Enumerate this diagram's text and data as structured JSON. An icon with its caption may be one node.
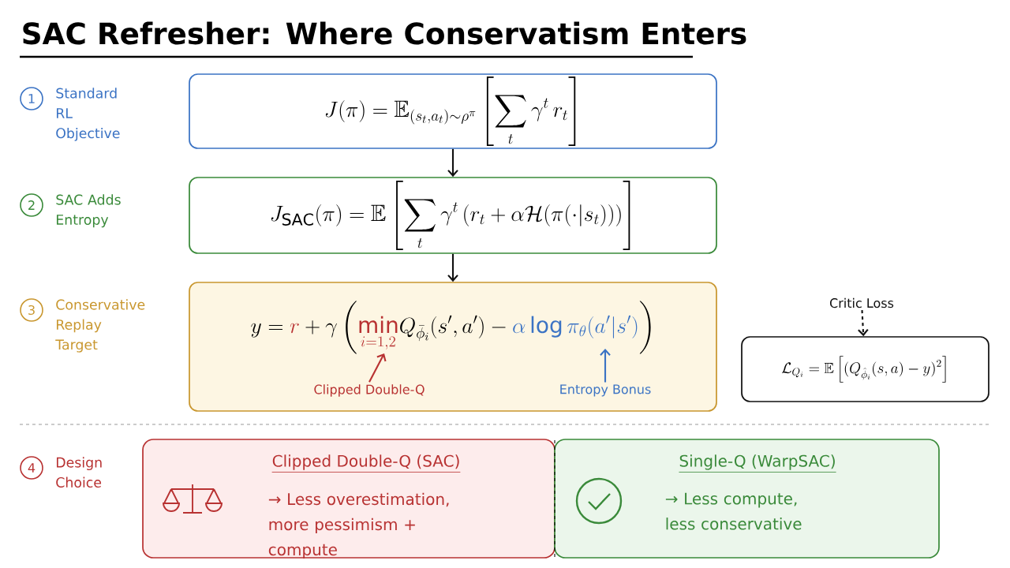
{
  "diagram": {
    "title": "SAC Refresher: Where Conservatism Enters",
    "nodes": [
      {
        "text": [
          "1"
        ],
        "beside": [
          "Standard RL Objective"
        ]
      },
      {
        "text": [
          "J(\\pi) = \\mathbb{E}_{(s_t,a_t)\\sim\\rho^{\\pi}}\\left[\\sum_t \\gamma^t\\, r_t\\right]"
        ]
      },
      {
        "text": [
          "2"
        ],
        "beside": [
          "SAC Adds Entropy"
        ]
      },
      {
        "text": [
          "J_{\\mathrm{SAC}}(\\pi) = \\mathbb{E}\\left[\\sum_t \\gamma^t \\left(r_t + \\alpha\\mathcal{H}(\\pi(\\cdot|s_t))\\right)\\right]"
        ]
      },
      {
        "text": [
          "3"
        ],
        "beside": [
          "Conservative Replay Target"
        ]
      },
      {
        "text": [
          "y = \\textcolor{cqred}{r} + \\gamma \\left(\\textcolor{cqred}{\\min_{i=1,2}} Q_{\\bar{\\phi}_i}(s',a') - \\textcolor{ebblue}{\\alpha \\log \\pi_\\theta(a'|s')}\\right)"
        ]
      },
      {
        "text": [
          "Clipped Double-Q"
        ],
        "in": 5
      },
      {
        "text": [
          "Entropy Bonus"
        ],
        "in": 5
      },
      {
        "text": [
          "Critic Loss"
        ]
      },
      {
        "text": [
          "\\mathcal{L}_{Q_i} = \\mathbb{E}\\left[(Q_{\\hat{\\phi}_i}(s,a) - y)^2\\right]"
        ]
      },
      {
        "text": [
          "4"
        ],
        "beside": [
          "Design Choice"
        ]
      },
      {
        "text": [
          "Clipped Double-Q (SAC)",
          "→ Less overestimation, more pessimism + compute"
        ]
      },
      {
        "text": [
          "Single-Q (WarpSAC)",
          "→ Less compute, less conservative"
        ]
      }
    ],
    "edges": [
      {
        "from": 1,
        "to": 3,
        "arrow": "to"
      },
      {
        "from": 3,
        "to": 5,
        "arrow": "to"
      },
      {
        "from": 6,
        "to": null,
        "arrow": "to",
        "color": "#b83232"
      },
      {
        "from": 7,
        "to": null,
        "arrow": "to",
        "color": "#3b73c4"
      },
      {
        "from": 8,
        "to": 9,
        "arrow": "to",
        "style": "dashed"
      }
    ]
  }
}
